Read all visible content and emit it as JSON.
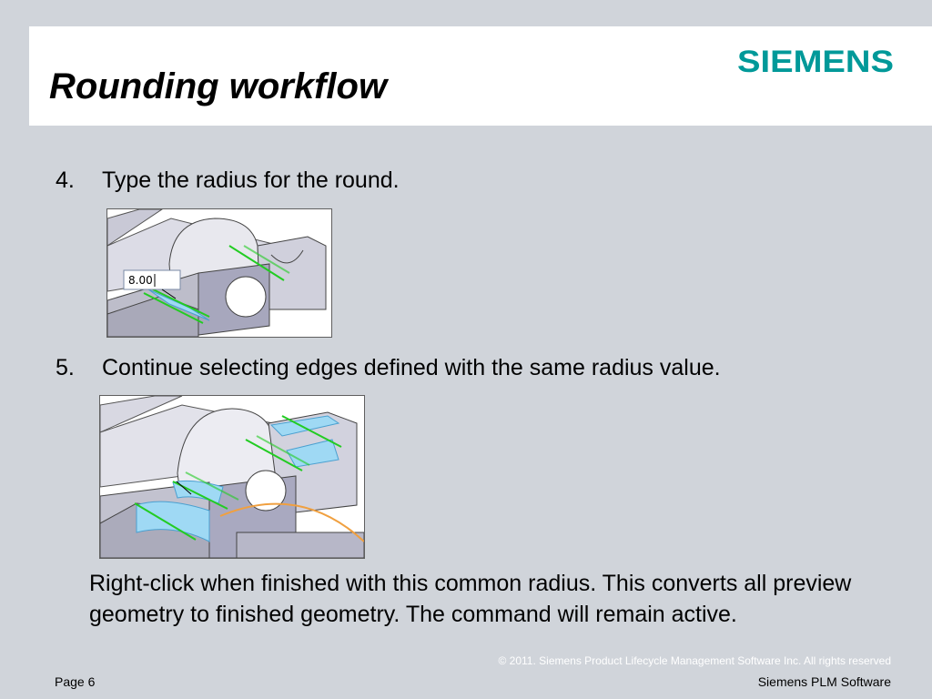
{
  "header": {
    "title": "Rounding workflow",
    "logo_text": "SIEMENS"
  },
  "steps": [
    {
      "number": "4.",
      "text": "Type the radius for the round."
    },
    {
      "number": "5.",
      "text": "Continue selecting edges defined with the same radius value."
    }
  ],
  "figure1": {
    "radius_value": "8.00"
  },
  "note": "Right-click when finished with this common radius. This converts all preview geometry to finished geometry. The command will remain active.",
  "footer": {
    "copyright": "© 2011. Siemens Product Lifecycle Management Software Inc. All rights reserved",
    "page": "Page 6",
    "brand": "Siemens PLM Software"
  },
  "colors": {
    "background": "#d0d4da",
    "header_bg": "#ffffff",
    "logo_teal": "#009999",
    "edge_highlight": "#22cc22",
    "preview_round": "#9fd9f4",
    "part_face": "#b0b0c4",
    "arc_orange": "#f0a040"
  }
}
